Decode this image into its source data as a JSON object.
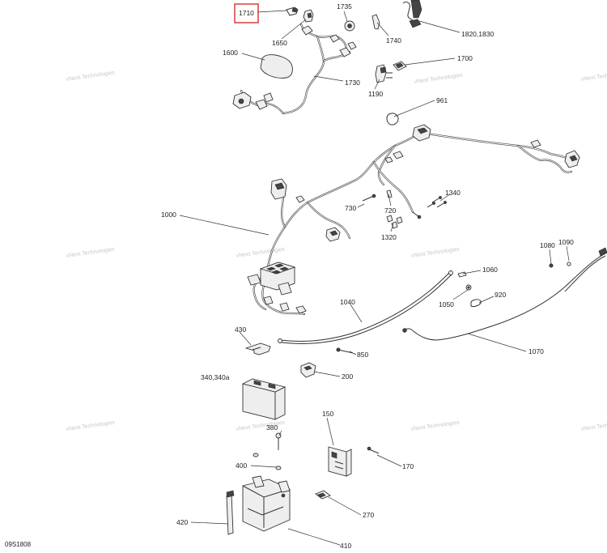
{
  "diagram": {
    "code": "09S1808",
    "watermark": "vNext Technologies",
    "highlight_color": "#d32f2f",
    "callouts": [
      {
        "id": "c1710",
        "label": "1710",
        "highlight": true
      },
      {
        "id": "c1735",
        "label": "1735"
      },
      {
        "id": "c1650",
        "label": "1650"
      },
      {
        "id": "c1740",
        "label": "1740"
      },
      {
        "id": "c18201830",
        "label": "1820,1830"
      },
      {
        "id": "c1600",
        "label": "1600"
      },
      {
        "id": "c1700",
        "label": "1700"
      },
      {
        "id": "c1730",
        "label": "1730"
      },
      {
        "id": "c1190",
        "label": "1190"
      },
      {
        "id": "c961",
        "label": "961"
      },
      {
        "id": "c1340",
        "label": "1340"
      },
      {
        "id": "c1000",
        "label": "1000"
      },
      {
        "id": "c730",
        "label": "730"
      },
      {
        "id": "c720",
        "label": "720"
      },
      {
        "id": "c1320",
        "label": "1320"
      },
      {
        "id": "c1080",
        "label": "1080"
      },
      {
        "id": "c1090",
        "label": "1090"
      },
      {
        "id": "c1060",
        "label": "1060"
      },
      {
        "id": "c920",
        "label": "920"
      },
      {
        "id": "c1050",
        "label": "1050"
      },
      {
        "id": "c1040",
        "label": "1040"
      },
      {
        "id": "c430",
        "label": "430"
      },
      {
        "id": "c850",
        "label": "850"
      },
      {
        "id": "c1070",
        "label": "1070"
      },
      {
        "id": "c200",
        "label": "200"
      },
      {
        "id": "c340",
        "label": "340,340a"
      },
      {
        "id": "c150",
        "label": "150"
      },
      {
        "id": "c380",
        "label": "380"
      },
      {
        "id": "c170",
        "label": "170"
      },
      {
        "id": "c400",
        "label": "400"
      },
      {
        "id": "c270",
        "label": "270"
      },
      {
        "id": "c420",
        "label": "420"
      },
      {
        "id": "c410",
        "label": "410"
      }
    ]
  }
}
